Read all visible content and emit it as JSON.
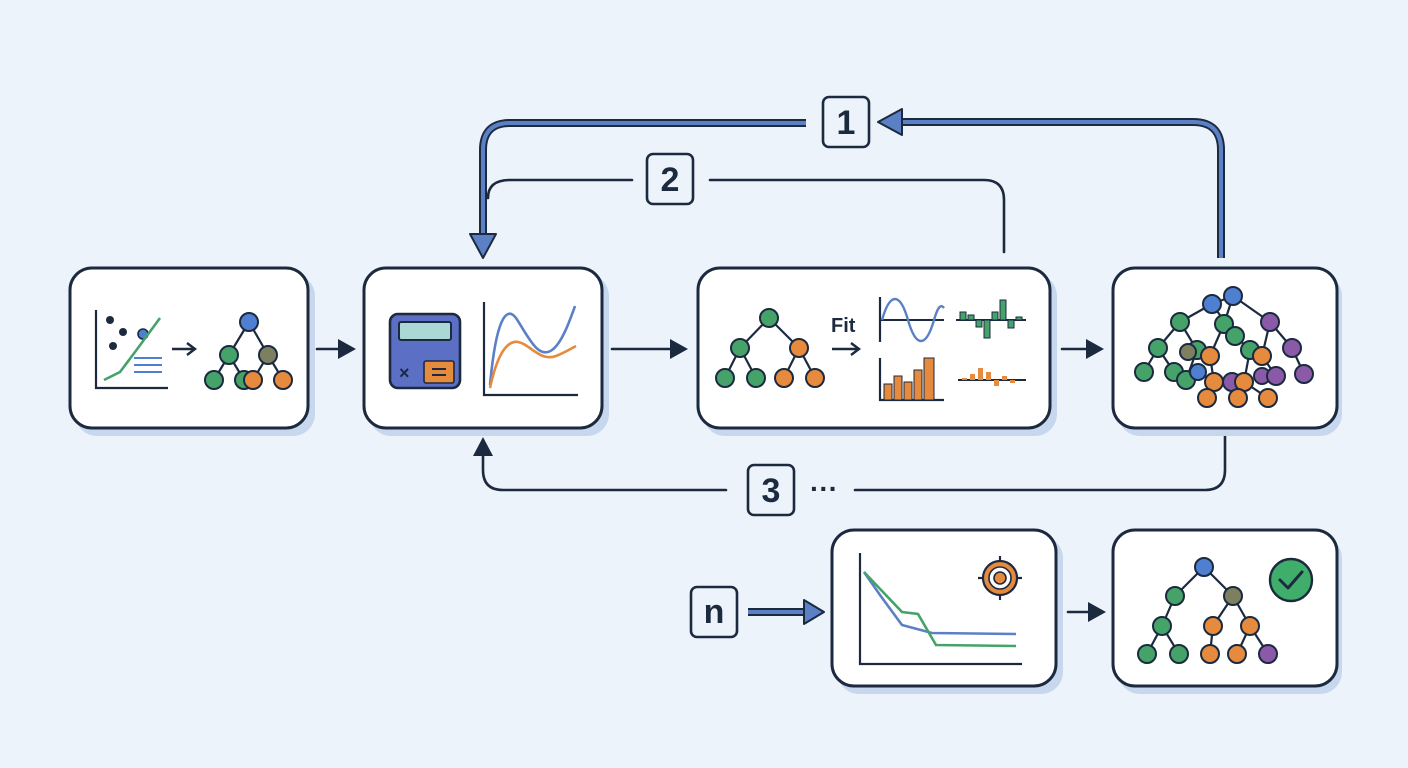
{
  "badges": {
    "loop1": "1",
    "loop2": "2",
    "loop3": "3",
    "final": "n"
  },
  "ellipsis": "···",
  "fit_label": "Fit",
  "colors": {
    "background": "#edf3fb",
    "outline": "#1c2a3f",
    "loop_arrow_blue": "#5b80c6",
    "node_green": "#45a36a",
    "node_orange": "#e68a3e",
    "node_blue": "#4f7fd0",
    "node_purple": "#8a5aa8",
    "node_olive": "#7d8060",
    "check_green": "#3fae6a"
  },
  "icons": {
    "stage1": [
      "scatter-plot-icon",
      "decision-tree-icon"
    ],
    "stage2": [
      "calculator-icon",
      "curve-chart-icon"
    ],
    "stage3": [
      "decision-tree-icon",
      "sine-fit-icon",
      "residual-bars-icon",
      "histogram-icon"
    ],
    "stage4": [
      "ensemble-forest-icon"
    ],
    "stage5": [
      "loss-curve-icon",
      "target-icon"
    ],
    "stage6": [
      "decision-tree-icon",
      "check-circle-icon"
    ]
  }
}
